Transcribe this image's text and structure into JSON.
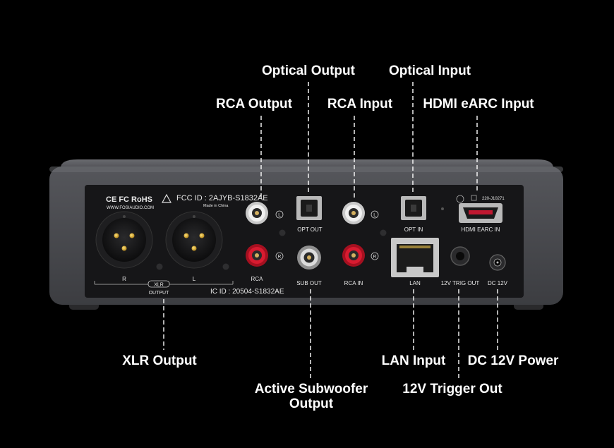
{
  "callouts": {
    "optical_output": "Optical Output",
    "optical_input": "Optical Input",
    "rca_output": "RCA Output",
    "rca_input": "RCA Input",
    "hdmi_earc_input": "HDMI eARC Input",
    "xlr_output": "XLR Output",
    "active_subwoofer_output_line1": "Active Subwoofer",
    "active_subwoofer_output_line2": "Output",
    "lan_input": "LAN Input",
    "trigger_out": "12V Trigger Out",
    "dc_power": "DC 12V Power"
  },
  "panel": {
    "cert_marks": "CE FC RoHS",
    "website": "WWW.FOSIAUDIO.COM",
    "fcc_id": "FCC ID : 2AJYB-S1832AE",
    "made_in": "Made in China",
    "ic_id": "IC ID : 20504-S1832AE",
    "xlr_label": "XLR",
    "xlr_output_label": "OUTPUT",
    "xlr_r": "R",
    "xlr_l": "L",
    "rca_label": "RCA",
    "rca_l_mark": "L",
    "rca_r_mark": "R",
    "rca_in_l_mark": "L",
    "rca_in_r_mark": "R",
    "opt_out": "OPT OUT",
    "opt_in": "OPT IN",
    "sub_out": "SUB OUT",
    "rca_in": "RCA IN",
    "lan": "LAN",
    "trig_out": "12V TRIG OUT",
    "dc_12v": "DC 12V",
    "hdmi": "HDMI EARC IN",
    "hdmi_code": "220-J10271"
  },
  "colors": {
    "background": "#000000",
    "chassis": "#4a4b4f",
    "panel": "#161618",
    "red_ring": "#c8102e",
    "white_ring": "#e6e6e6"
  }
}
